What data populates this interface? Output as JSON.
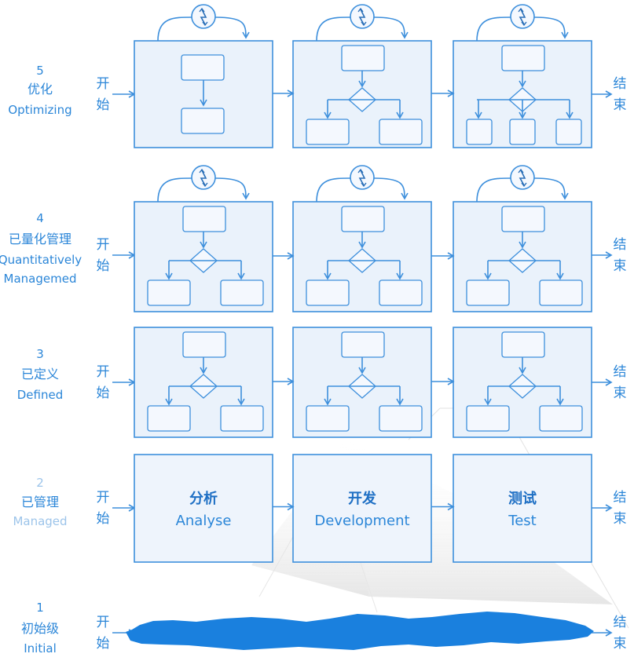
{
  "levels": [
    {
      "num": "5",
      "cn": "优化",
      "en": [
        "Optimizing"
      ]
    },
    {
      "num": "4",
      "cn": "已量化管理",
      "en": [
        "Quantitatively",
        "Managemed"
      ]
    },
    {
      "num": "3",
      "cn": "已定义",
      "en": [
        "Defined"
      ]
    },
    {
      "num": "2",
      "cn": "已管理",
      "en": [
        "Managed"
      ]
    },
    {
      "num": "1",
      "cn": "初始级",
      "en": [
        "Initial"
      ]
    }
  ],
  "start_label": [
    "开",
    "始"
  ],
  "end_label": [
    "结",
    "束"
  ],
  "phases": [
    {
      "cn": "分析",
      "en": "Analyse"
    },
    {
      "cn": "开发",
      "en": "Development"
    },
    {
      "cn": "测试",
      "en": "Test"
    }
  ],
  "colors": {
    "accent": "#3d8fdc",
    "box_fill": "#eaf2fb",
    "label_text": "#2b86d8",
    "label_dim": "#9cc4ea",
    "blob": "#1a80de"
  },
  "icons": [
    "cycle-gear-icon"
  ]
}
